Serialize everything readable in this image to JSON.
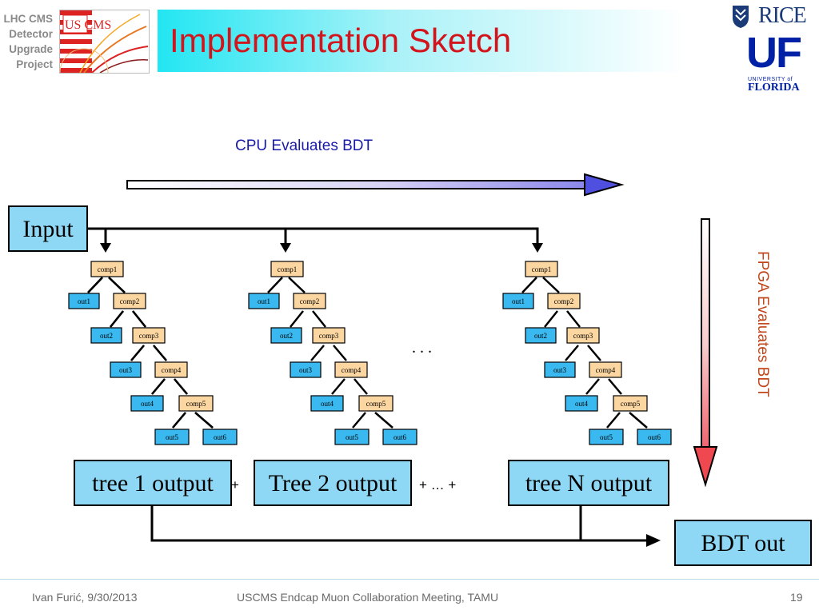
{
  "header": {
    "brand_lines": [
      "LHC CMS",
      "Detector",
      "Upgrade",
      "Project"
    ],
    "logo_text": "US CMS",
    "title": "Implementation Sketch",
    "rice_logo_text": "RICE",
    "uf_logo_text": "UF",
    "uf_logo_sub1": "UNIVERSITY of",
    "uf_logo_sub2": "FLORIDA"
  },
  "diagram": {
    "cpu_label": "CPU Evaluates BDT",
    "fpga_label": "FPGA Evaluates BDT",
    "input_label": "Input",
    "ellipsis": ". . .",
    "tree_node_labels": {
      "comp": [
        "comp1",
        "comp2",
        "comp3",
        "comp4",
        "comp5"
      ],
      "out": [
        "out1",
        "out2",
        "out3",
        "out4",
        "out5",
        "out6"
      ]
    },
    "outputs": {
      "tree1": "tree 1 output",
      "tree2": "Tree 2 output",
      "treeN": "tree N output",
      "plus1": "+",
      "plus2": "+ … +",
      "bdt_out": "BDT out"
    },
    "colors": {
      "comp_fill": "#fcd6a0",
      "out_fill": "#3ab9f0",
      "box_fill": "#8ed7f5",
      "cpu_arrow_head": "#5050e0",
      "fpga_arrow_head": "#f04850"
    }
  },
  "footer": {
    "author_date": "Ivan Furić, 9/30/2013",
    "meeting": "USCMS Endcap Muon Collaboration Meeting, TAMU",
    "page_number": "19"
  }
}
